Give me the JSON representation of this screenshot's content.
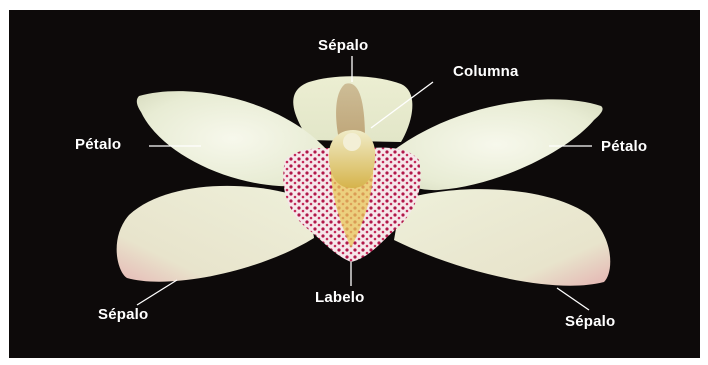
{
  "labels": {
    "sepalo_top": "Sépalo",
    "columna": "Columna",
    "petalo_left": "Pétalo",
    "petalo_right": "Pétalo",
    "sepalo_left": "Sépalo",
    "labelo": "Labelo",
    "sepalo_right": "Sépalo"
  },
  "colors": {
    "background": "#0d0a0a",
    "petal": "#eef0dc",
    "labellum_spots": "#b0184a",
    "column": "#d9b85a",
    "leader_line": "#ffffff"
  }
}
